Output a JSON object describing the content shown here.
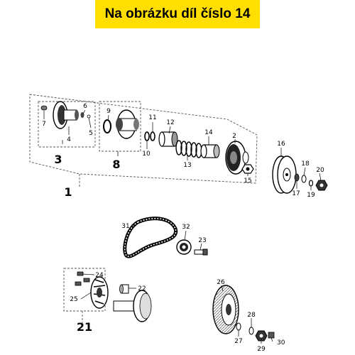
{
  "banner": {
    "text": "Na obrázku díl číslo 14",
    "color": "#ffde00"
  },
  "part_numbers": {
    "p1": "1",
    "p2": "2",
    "p3": "3",
    "p4": "4",
    "p5": "5",
    "p6": "6",
    "p7": "7",
    "p8": "8",
    "p9": "9",
    "p10": "10",
    "p11": "11",
    "p12": "12",
    "p13": "13",
    "p14": "14",
    "p15": "15",
    "p16": "16",
    "p17": "17",
    "p18": "18",
    "p19": "19",
    "p20": "20",
    "p21": "21",
    "p22": "22",
    "p23": "23",
    "p24": "24",
    "p25": "25",
    "p26": "26",
    "p27": "27",
    "p28": "28",
    "p29": "29",
    "p30": "30",
    "p31": "31",
    "p32": "32"
  }
}
